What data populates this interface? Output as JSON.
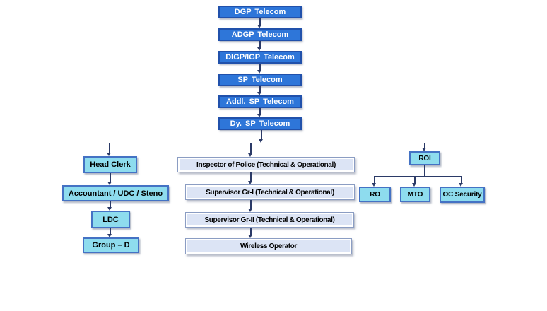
{
  "org_chart": {
    "top_chain": [
      {
        "label": "DGP Telecom"
      },
      {
        "label": "ADGP Telecom"
      },
      {
        "label": "DIGP/IGP Telecom"
      },
      {
        "label": "SP Telecom"
      },
      {
        "label": "Addl. SP Telecom"
      },
      {
        "label": "Dy. SP Telecom"
      }
    ],
    "admin_branch": [
      {
        "label": "Head Clerk"
      },
      {
        "label": "Accountant / UDC / Steno"
      },
      {
        "label": "LDC"
      },
      {
        "label": "Group – D"
      }
    ],
    "technical_branch": [
      {
        "label": "Inspector of Police (Technical & Operational)"
      },
      {
        "label": "Supervisor Gr-I (Technical & Operational)"
      },
      {
        "label": "Supervisor Gr-II (Technical & Operational)"
      },
      {
        "label": "Wireless Operator"
      }
    ],
    "roi_branch": {
      "head": {
        "label": "ROI"
      },
      "children": [
        {
          "label": "RO"
        },
        {
          "label": "MTO"
        },
        {
          "label": "OC Security"
        }
      ]
    },
    "colors": {
      "chain_fill": "#2E76D9",
      "chain_border": "#2151AB",
      "cyan_fill": "#8EDCEE",
      "cyan_border": "#4472C4",
      "light_fill": "#DCE4F5",
      "light_border": "#8B9DC3",
      "connector": "#2B3A67",
      "chain_text": "#FFFFFF",
      "node_text": "#000000"
    }
  }
}
